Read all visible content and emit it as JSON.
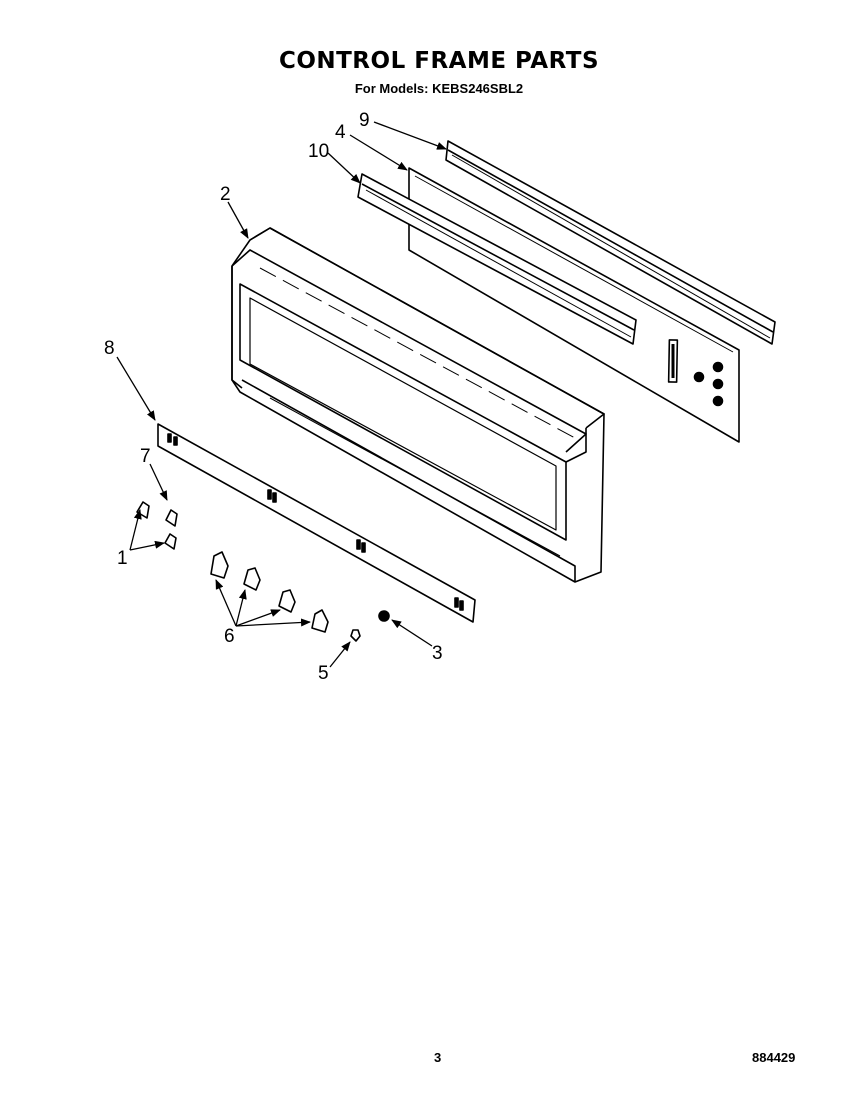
{
  "title": "CONTROL FRAME PARTS",
  "subtitle": "For Models: KEBS246SBL2",
  "callouts": {
    "c1": "1",
    "c2": "2",
    "c3": "3",
    "c4": "4",
    "c5": "5",
    "c6": "6",
    "c7": "7",
    "c8": "8",
    "c9": "9",
    "c10": "10"
  },
  "footer": {
    "page_number": "3",
    "doc_number": "884429"
  },
  "colors": {
    "ink": "#000000",
    "paper": "#ffffff"
  }
}
